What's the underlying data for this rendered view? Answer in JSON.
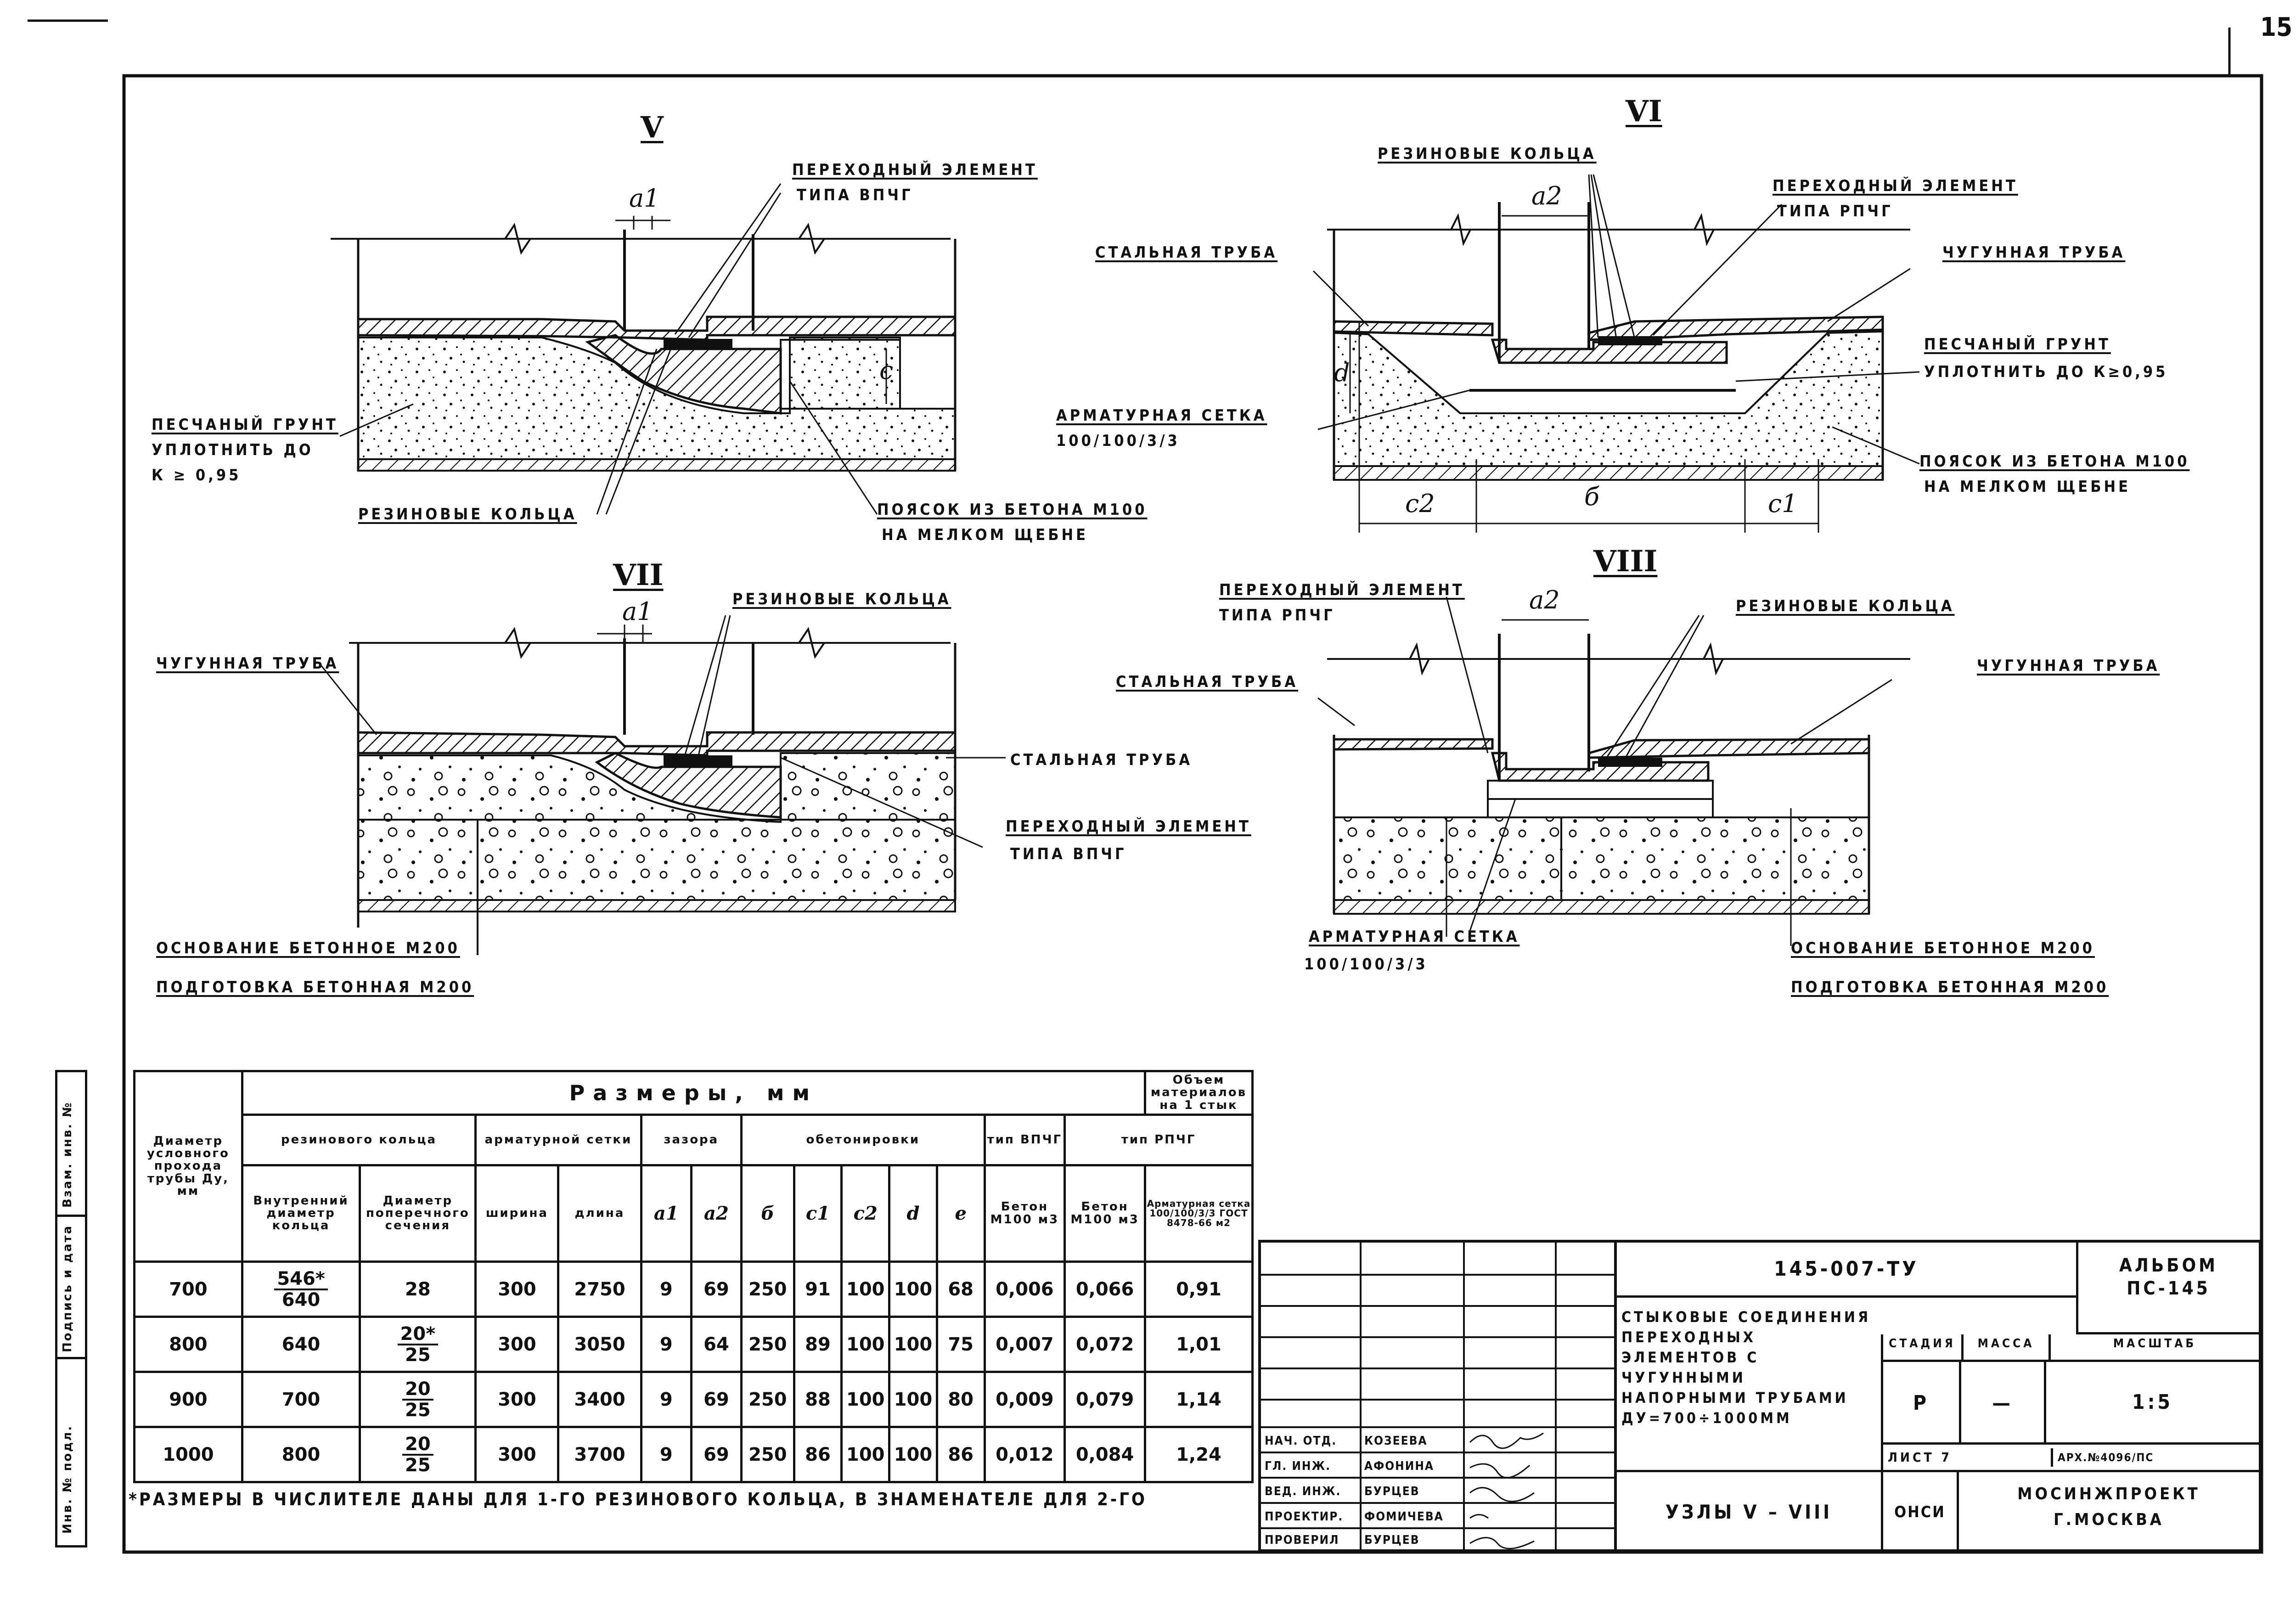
{
  "page_corner": "15",
  "views": {
    "v": {
      "numeral": "V",
      "a_dim": "a1",
      "c_dim": "c"
    },
    "vi": {
      "numeral": "VI",
      "a_dim": "a2",
      "d_dim": "d",
      "b_dim": "б",
      "c2_dim": "c2",
      "c1_dim": "c1"
    },
    "vii": {
      "numeral": "VII",
      "a_dim": "a1"
    },
    "viii": {
      "numeral": "VIII",
      "a_dim": "a2"
    }
  },
  "labels": {
    "v_transition": "Переходный элемент",
    "v_transition_type": "типа ВПЧГ",
    "v_sand": "Песчаный грунт",
    "v_sand2": "уплотнить до",
    "v_sand3": "к ≥ 0,95",
    "v_rings": "Резиновые кольца",
    "v_belt": "Поясок из бетона М100",
    "v_belt2": "на мелком щебне",
    "vi_rings": "Резиновые кольца",
    "vi_transition": "Переходный элемент",
    "vi_transition_type": "типа РПЧГ",
    "vi_steel": "Стальная труба",
    "vi_cast": "Чугунная труба",
    "vi_sand": "Песчаный грунт",
    "vi_sand2": "уплотнить до к≥0,95",
    "vi_mesh": "Арматурная сетка",
    "vi_mesh2": "100/100/3/3",
    "vi_belt": "Поясок из бетона М100",
    "vi_belt2": "на мелком щебне",
    "vii_rings": "Резиновые кольца",
    "vii_cast": "Чугунная труба",
    "vii_steel": "Стальная труба",
    "vii_transition": "Переходный элемент",
    "vii_transition_type": "типа ВПЧГ",
    "vii_base": "Основание бетонное М200",
    "vii_prep": "Подготовка бетонная М200",
    "viii_transition": "Переходный элемент",
    "viii_transition_type": "типа РПЧГ",
    "viii_rings": "Резиновые кольца",
    "viii_steel": "Стальная труба",
    "viii_cast": "Чугунная труба",
    "viii_mesh": "Арматурная сетка",
    "viii_mesh2": "100/100/3/3",
    "viii_base": "Основание бетонное М200",
    "viii_prep": "Подготовка бетонная М200"
  },
  "table": {
    "h_dia": "Диаметр условного прохода трубы Ду, мм",
    "h_sizes": "Размеры, мм",
    "h_volume": "Объем материалов на 1 стык",
    "h_ring": "резинового кольца",
    "h_mesh": "арматурной сетки",
    "h_gap": "зазора",
    "h_concrete": "обетонировки",
    "h_vpchg": "тип ВПЧГ",
    "h_rpchg": "тип РПЧГ",
    "h_inner": "Внутренний диаметр кольца",
    "h_cross": "Диаметр поперечного сечения",
    "h_width": "ширина",
    "h_length": "длина",
    "h_a1": "a1",
    "h_a2": "a2",
    "h_b": "б",
    "h_c1": "c1",
    "h_c2": "c2",
    "h_d": "d",
    "h_e": "e",
    "h_bet1": "Бетон М100 м3",
    "h_bet2": "Бетон М100 м3",
    "h_arm": "Арматурная сетка 100/100/3/3 ГОСТ 8478-66 м2",
    "rows": [
      {
        "dn": "700",
        "inner_n": "546*",
        "inner_d": "640",
        "cross": "28",
        "w": "300",
        "l": "2750",
        "a1": "9",
        "a2": "69",
        "b": "250",
        "c1": "91",
        "c2": "100",
        "d": "100",
        "e": "68",
        "v1": "0,006",
        "v2": "0,066",
        "arm": "0,91"
      },
      {
        "dn": "800",
        "inner": "640",
        "cross_n": "20*",
        "cross_d": "25",
        "w": "300",
        "l": "3050",
        "a1": "9",
        "a2": "64",
        "b": "250",
        "c1": "89",
        "c2": "100",
        "d": "100",
        "e": "75",
        "v1": "0,007",
        "v2": "0,072",
        "arm": "1,01"
      },
      {
        "dn": "900",
        "inner": "700",
        "cross_n": "20",
        "cross_d": "25",
        "w": "300",
        "l": "3400",
        "a1": "9",
        "a2": "69",
        "b": "250",
        "c1": "88",
        "c2": "100",
        "d": "100",
        "e": "80",
        "v1": "0,009",
        "v2": "0,079",
        "arm": "1,14"
      },
      {
        "dn": "1000",
        "inner": "800",
        "cross_n": "20",
        "cross_d": "25",
        "w": "300",
        "l": "3700",
        "a1": "9",
        "a2": "69",
        "b": "250",
        "c1": "86",
        "c2": "100",
        "d": "100",
        "e": "86",
        "v1": "0,012",
        "v2": "0,084",
        "arm": "1,24"
      }
    ]
  },
  "footnote": "*Размеры в числителе даны для 1-го резинового кольца, в знаменателе для 2-го",
  "side": {
    "inv": "Инв. № подл.",
    "sign": "Подпись и дата",
    "vzam": "Взам. инв. №"
  },
  "stamp": {
    "code": "145-007-ТУ",
    "album": "Альбом",
    "album_no": "ПС-145",
    "title": "Стыковые соединения переходных элементов с чугунными напорными трубами Ду=700÷1000мм",
    "stage_h": "Стадия",
    "mass_h": "Масса",
    "scale_h": "Масштаб",
    "stage": "Р",
    "mass": "—",
    "scale": "1:5",
    "sheet": "Лист 7",
    "arch": "Арх.№4096/пс",
    "subject": "Узлы V – VIII",
    "dept": "ОНСИ",
    "org": "Мосинжпроект г.Москва",
    "people": [
      {
        "role": "Нач. отд.",
        "name": "Козеева"
      },
      {
        "role": "Гл. инж.",
        "name": "Афонина"
      },
      {
        "role": "Вед. инж.",
        "name": "Бурцев"
      },
      {
        "role": "Проектир.",
        "name": "Фомичева"
      },
      {
        "role": "Проверил",
        "name": "Бурцев"
      }
    ]
  }
}
